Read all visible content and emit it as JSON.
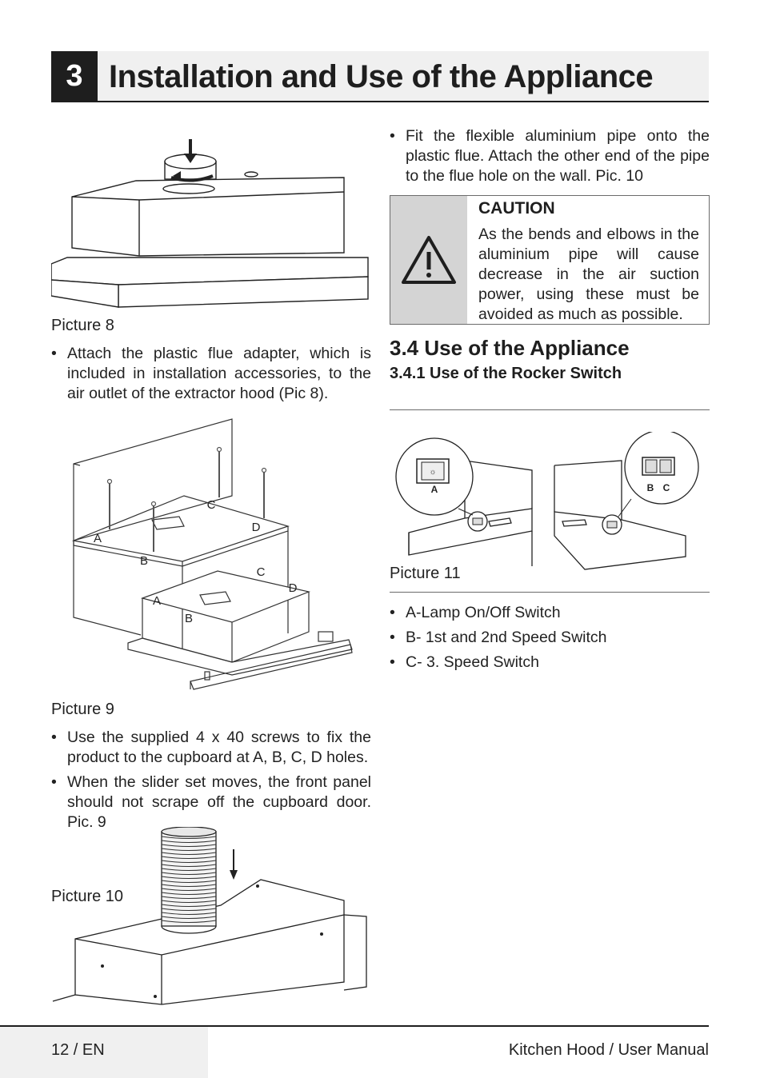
{
  "header": {
    "chapter_number": "3",
    "title": "Installation and Use of the Appliance"
  },
  "left": {
    "picture8_caption": "Picture 8",
    "bullets_a": [
      "Attach the plastic flue adapter, which is included in installation accessories, to the air outlet of the extractor hood (Pic 8)."
    ],
    "picture9_caption": "Picture 9",
    "picture9_labels": {
      "a1": "A",
      "b1": "B",
      "c1": "C",
      "d1": "D",
      "a2": "A",
      "b2": "B",
      "c2": "C",
      "d2": "D"
    },
    "bullets_b": [
      "Use the supplied 4 x 40 screws to fix the product to the cupboard at A, B, C, D holes.",
      "When the slider set moves, the front panel should not scrape off the cupboard door. Pic. 9"
    ],
    "picture10_caption": "Picture 10"
  },
  "right": {
    "bullets_top": [
      "Fit the flexible aluminium pipe onto the plastic flue. Attach the other end of the pipe to the flue hole on the wall. Pic. 10"
    ],
    "caution": {
      "title": "CAUTION",
      "icon": "warning-triangle-icon",
      "body": "As the bends and elbows in the aluminium pipe will cause decrease in the air suction power, using these must be avoided as much as possible."
    },
    "section_title": "3.4 Use of the Appliance",
    "subsection_title": "3.4.1 Use of the Rocker Switch",
    "picture11_caption": "Picture 11",
    "picture11_labels": {
      "a": "A",
      "b": "B",
      "c": "C"
    },
    "switch_list": [
      "A-Lamp On/Off Switch",
      "B- 1st and 2nd Speed Switch",
      "C- 3. Speed Switch"
    ]
  },
  "footer": {
    "page": "12 / EN",
    "doc_title": "Kitchen Hood / User Manual"
  }
}
